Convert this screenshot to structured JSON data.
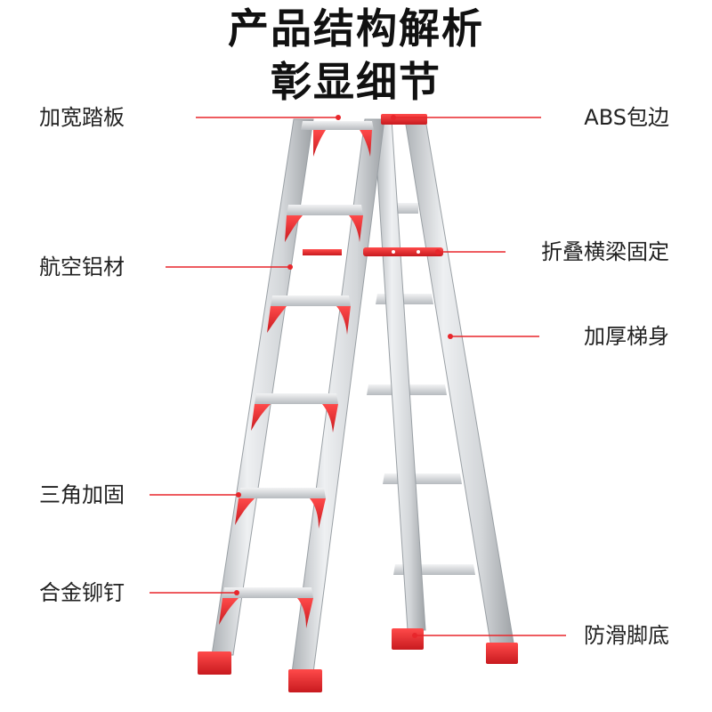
{
  "title": {
    "line1": "产品结构解析",
    "line2": "彰显细节"
  },
  "callouts": {
    "left": [
      "加宽踏板",
      "航空铝材",
      "三角加固",
      "合金铆钉"
    ],
    "right": [
      "ABS包边",
      "折叠横梁固定",
      "加厚梯身",
      "防滑脚底"
    ]
  },
  "colors": {
    "accent_red": "#e8262b",
    "aluminum": "#cfd2d5",
    "leader_line": "#e8262b"
  }
}
